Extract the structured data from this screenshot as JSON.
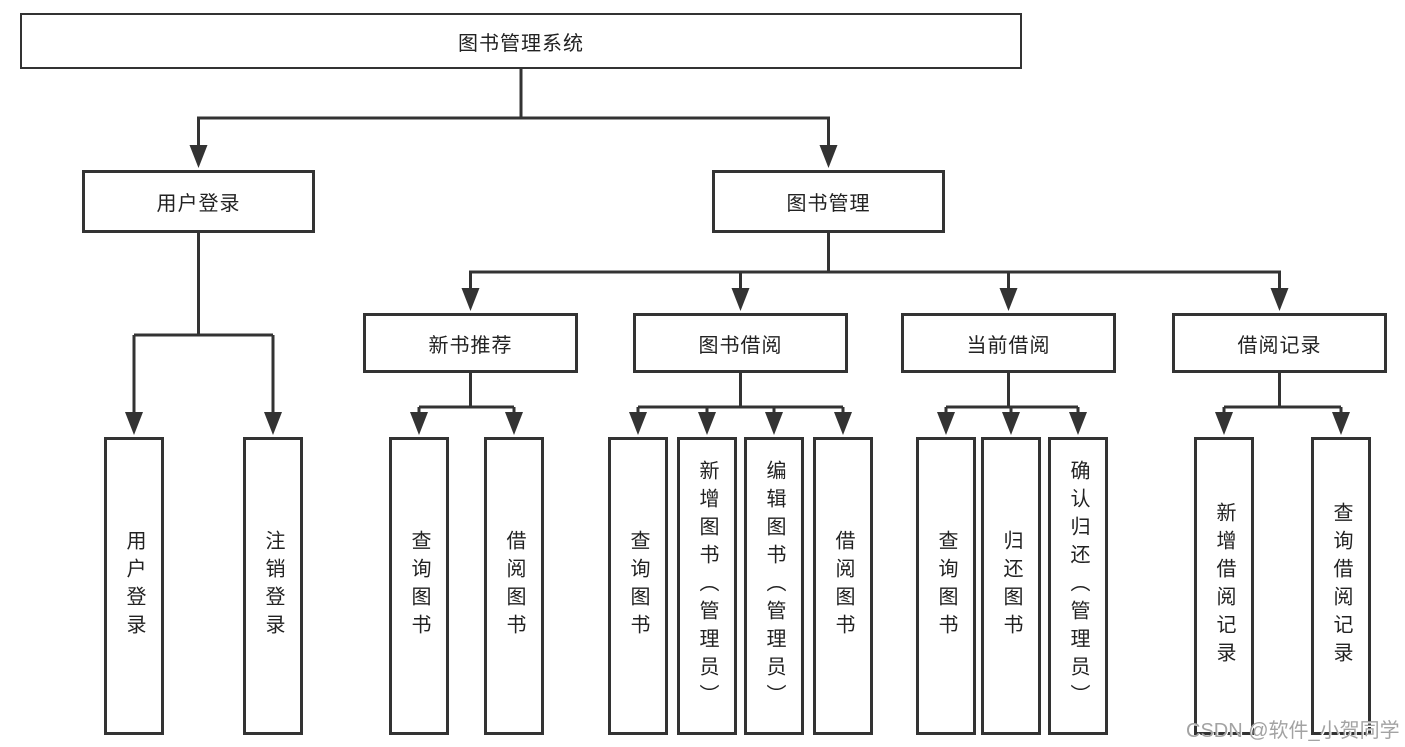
{
  "diagram": {
    "title": "图书管理系统",
    "branches": [
      {
        "label": "用户登录",
        "children": [
          {
            "label": "用户登录"
          },
          {
            "label": "注销登录"
          }
        ]
      },
      {
        "label": "图书管理",
        "children": [
          {
            "label": "新书推荐",
            "children": [
              {
                "label": "查询图书"
              },
              {
                "label": "借阅图书"
              }
            ]
          },
          {
            "label": "图书借阅",
            "children": [
              {
                "label": "查询图书"
              },
              {
                "label": "新增图书（管理员）"
              },
              {
                "label": "编辑图书（管理员）"
              },
              {
                "label": "借阅图书"
              }
            ]
          },
          {
            "label": "当前借阅",
            "children": [
              {
                "label": "查询图书"
              },
              {
                "label": "归还图书"
              },
              {
                "label": "确认归还（管理员）"
              }
            ]
          },
          {
            "label": "借阅记录",
            "children": [
              {
                "label": "新增借阅记录"
              },
              {
                "label": "查询借阅记录"
              }
            ]
          }
        ]
      }
    ]
  },
  "watermark": "CSDN @软件_小贺同学",
  "colors": {
    "line": "#333333",
    "text": "#222222",
    "watermark": "#a3a3a3",
    "background": "#ffffff"
  }
}
